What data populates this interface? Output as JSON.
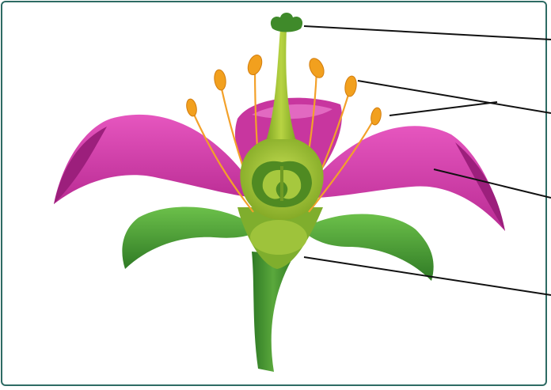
{
  "diagram": {
    "subject": "flower-cross-section",
    "colors": {
      "frame": "#2e6b64",
      "petal": "#d63fae",
      "petal_dark": "#9c1f7c",
      "petal_light": "#ec7fd0",
      "sepal": "#4ca53a",
      "sepal_dark": "#2f7a25",
      "pistil": "#9dbb2d",
      "pistil_dark": "#5f8a1c",
      "anther": "#f2a01e",
      "filament": "#f3a12a",
      "stem": "#3f8f31",
      "leader": "#111111"
    },
    "labels": [
      {
        "id": "stigma",
        "text": ""
      },
      {
        "id": "anther",
        "text": ""
      },
      {
        "id": "petal",
        "text": ""
      },
      {
        "id": "receptacle",
        "text": ""
      }
    ]
  }
}
